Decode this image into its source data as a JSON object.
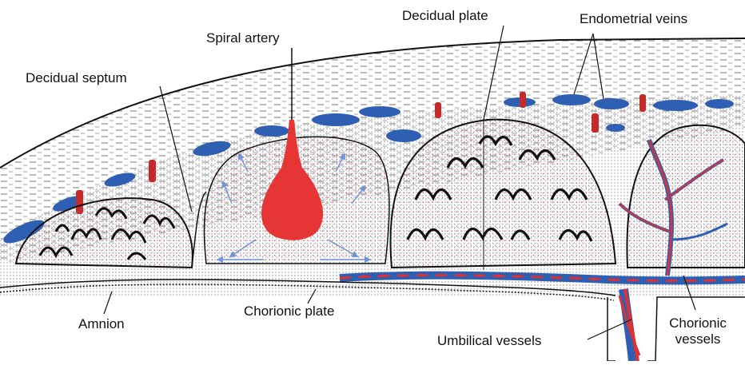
{
  "labels": {
    "decidual_plate": "Decidual plate",
    "endometrial_veins": "Endometrial veins",
    "spiral_artery": "Spiral artery",
    "decidual_septum": "Decidual septum",
    "amnion": "Amnion",
    "chorionic_plate": "Chorionic plate",
    "umbilical_vessels": "Umbilical vessels",
    "chorionic_vessels_line1": "Chorionic",
    "chorionic_vessels_line2": "vessels"
  },
  "colors": {
    "vein_blue": "#2f5fb3",
    "artery_red": "#e03030",
    "tissue_dots": "#333333",
    "background": "#ffffff",
    "arrow_blue": "#6f93d6"
  }
}
